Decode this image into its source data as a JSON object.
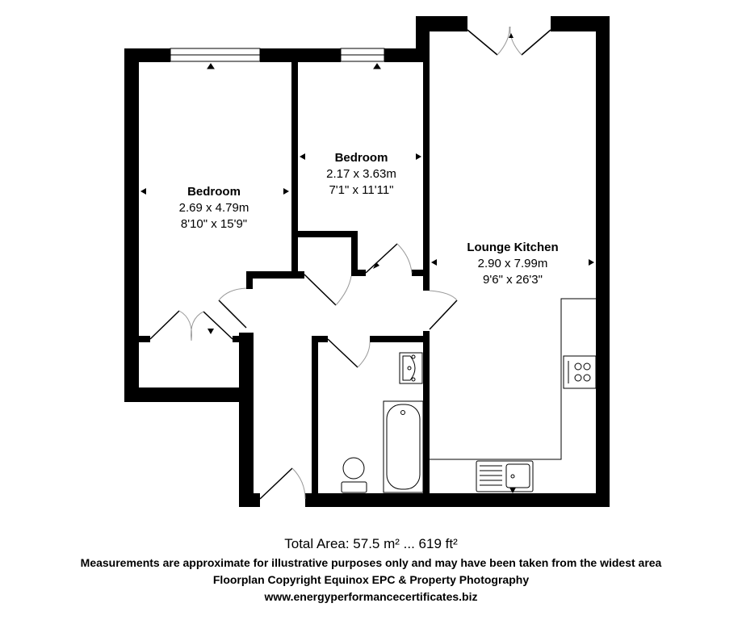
{
  "floorplan": {
    "rooms": [
      {
        "name": "Bedroom",
        "metric": "2.69 x 4.79m",
        "imperial": "8'10\" x 15'9\""
      },
      {
        "name": "Bedroom",
        "metric": "2.17 x 3.63m",
        "imperial": "7'1\" x 11'11\""
      },
      {
        "name": "Lounge Kitchen",
        "metric": "2.90 x 7.99m",
        "imperial": "9'6\" x 26'3\""
      }
    ],
    "fixtures": [
      "window",
      "window",
      "french-doors",
      "bath",
      "toilet",
      "basin",
      "hob",
      "sink"
    ],
    "colors": {
      "wall": "#000000",
      "background": "#ffffff",
      "door_arc": "#999999"
    }
  },
  "footer": {
    "total_area": "Total Area: 57.5 m² ... 619 ft²",
    "disclaimer": "Measurements are approximate for illustrative purposes only and may have been taken from the widest area",
    "copyright": "Floorplan Copyright Equinox EPC & Property Photography",
    "website": "www.energyperformancecertificates.biz"
  }
}
